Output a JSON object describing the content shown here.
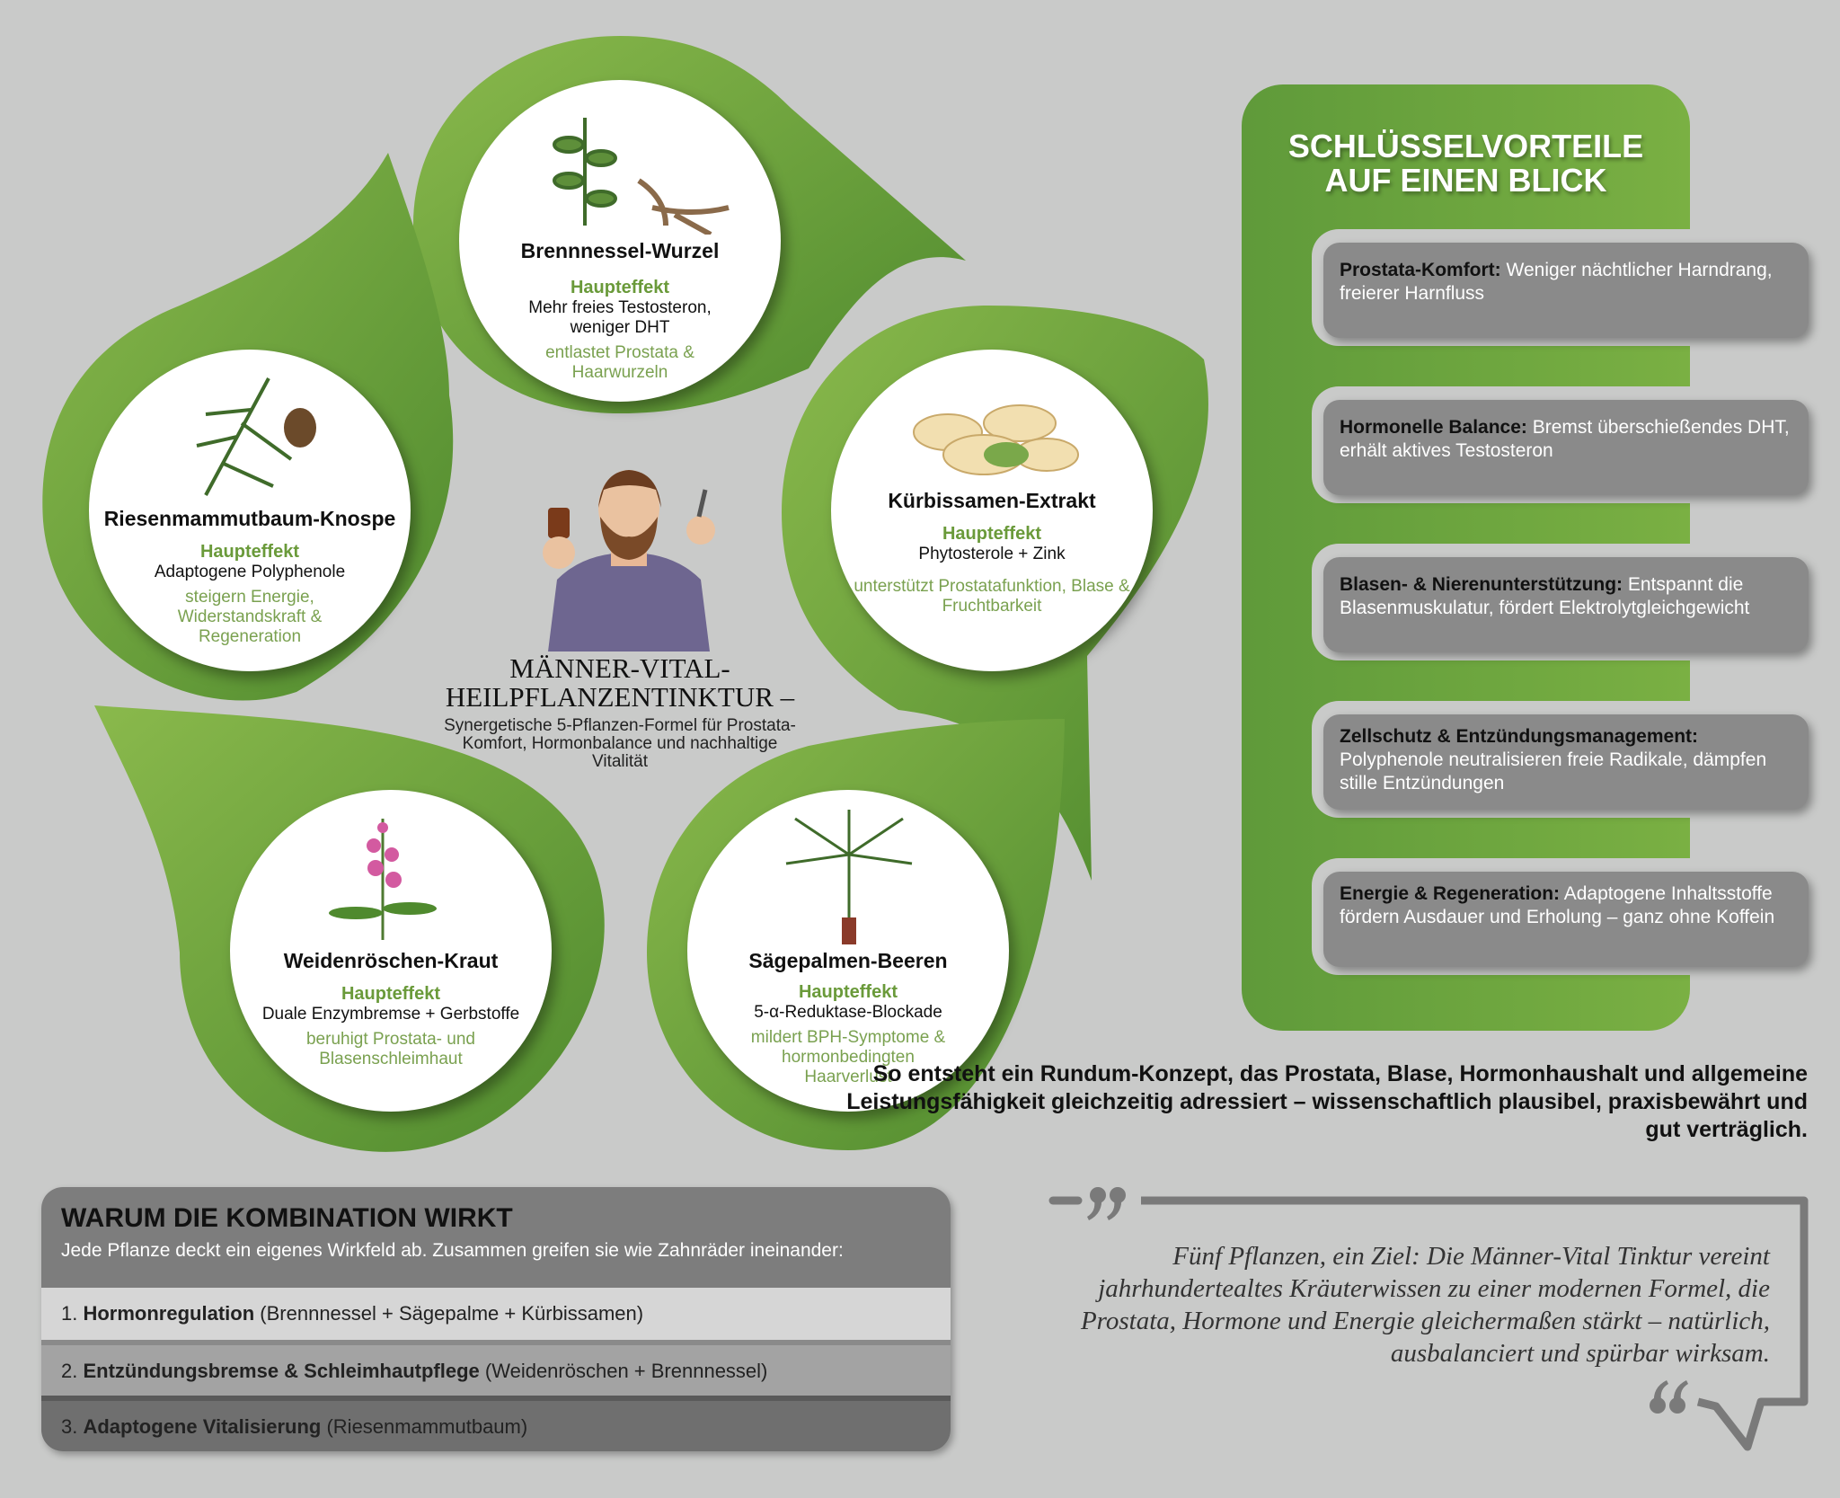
{
  "plants": [
    {
      "name": "Brennnessel-Wurzel",
      "effect_label": "Haupteffekt",
      "effect": "Mehr freies Testosteron, weniger DHT",
      "sub": "entlastet Prostata & Haarwurzeln",
      "icon": "nettle-root-icon"
    },
    {
      "name": "Kürbissamen-Extrakt",
      "effect_label": "Haupteffekt",
      "effect": "Phytosterole + Zink",
      "sub": "unterstützt Prostatafunktion, Blase & Fruchtbarkeit",
      "icon": "pumpkin-seeds-icon"
    },
    {
      "name": "Sägepalmen-Beeren",
      "effect_label": "Haupteffekt",
      "effect": "5-α-Reduktase-Blockade",
      "sub": "mildert BPH-Symptome & hormonbedingten Haarverlust",
      "icon": "saw-palmetto-icon"
    },
    {
      "name": "Weidenröschen-Kraut",
      "effect_label": "Haupteffekt",
      "effect": "Duale Enzymbremse + Gerbstoffe",
      "sub": "beruhigt Prostata- und Blasenschleimhaut",
      "icon": "willowherb-icon"
    },
    {
      "name": "Riesenmammutbaum-Knospe",
      "effect_label": "Haupteffekt",
      "effect": "Adaptogene Polyphenole",
      "sub": "steigern Energie, Widerstandskraft & Regeneration",
      "icon": "sequoia-bud-icon"
    }
  ],
  "center": {
    "title": "MÄNNER-VITAL-HEILPFLANZENTINKTUR –",
    "subtitle": "Synergetische 5-Pflanzen-Formel für Prostata-Komfort, Hormonbalance und nachhaltige Vitalität"
  },
  "benefits": {
    "title": "SCHLÜSSELVORTEILE AUF EINEN BLICK",
    "items": [
      {
        "label": "Prostata-Komfort:",
        "text": "Weniger nächtlicher Harndrang, freierer Harnfluss"
      },
      {
        "label": "Hormonelle Balance:",
        "text": "Bremst überschießendes DHT, erhält aktives Testosteron"
      },
      {
        "label": "Blasen- & Nierenunterstützung:",
        "text": "Entspannt die Blasenmuskulatur, fördert Elektrolytgleichgewicht"
      },
      {
        "label": "Zellschutz & Entzündungsmanagement:",
        "text": "Polyphenole neutralisieren freie Radikale, dämpfen stille Entzündungen"
      },
      {
        "label": "Energie & Regeneration:",
        "text": "Adaptogene Inhaltsstoffe fördern Ausdauer und Erholung – ganz ohne Koffein"
      }
    ]
  },
  "summary": "So entsteht ein Rundum-Konzept, das Prostata, Blase, Hormonhaushalt und allgemeine Leistungsfähigkeit gleichzeitig adressiert – wissenschaftlich plausibel, praxisbewährt und gut verträglich.",
  "quote": "Fünf Pflanzen, ein Ziel: Die Männer-Vital Tinktur vereint jahrhundertealtes Kräuterwissen zu einer modernen Formel, die Prostata, Hormone und Energie gleichermaßen stärkt – natürlich, ausbalanciert und spürbar wirksam.",
  "why": {
    "title": "WARUM DIE KOMBINATION WIRKT",
    "intro": "Jede Pflanze deckt ein eigenes Wirkfeld ab. Zusammen greifen sie wie Zahnräder ineinander:",
    "rows": [
      {
        "num": "1.",
        "bold": "Hormonregulation",
        "rest": "(Brennnessel + Sägepalme + Kürbissamen)"
      },
      {
        "num": "2.",
        "bold": "Entzündungsbremse & Schleimhautpflege",
        "rest": "(Weidenröschen + Brennnessel)"
      },
      {
        "num": "3.",
        "bold": "Adaptogene Vitalisierung",
        "rest": "(Riesenmammutbaum)"
      }
    ]
  },
  "colors": {
    "green": "#6fa53e",
    "background": "#c9cac9",
    "card": "#8a8a8a"
  }
}
